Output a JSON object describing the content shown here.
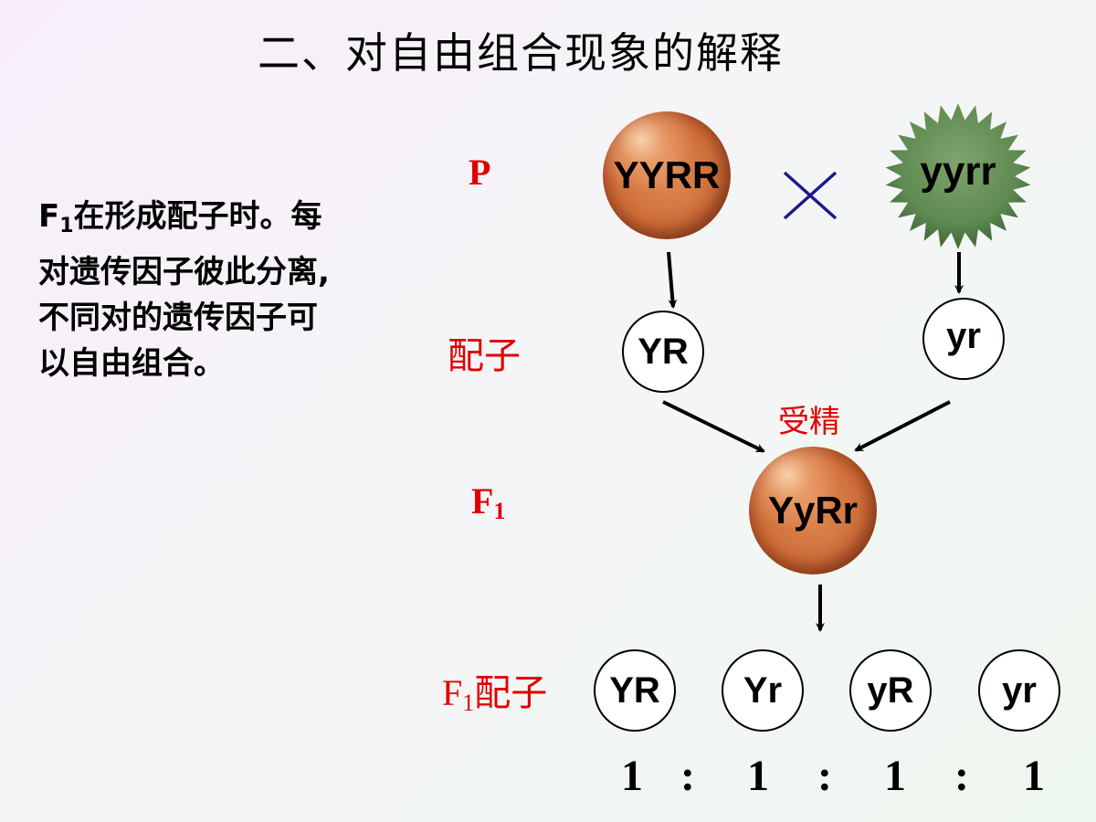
{
  "title": "二、对自由组合现象的解释",
  "explanation": {
    "line1_prefix": "F",
    "line1_sub": "1",
    "line1_rest": "在形成配子时。每",
    "line2": "对遗传因子彼此分离,",
    "line3": "不同对的遗传因子可",
    "line4": "以自由组合。"
  },
  "row_labels": {
    "p": "P",
    "gamete": "配子",
    "f1_main": "F",
    "f1_sub": "1",
    "f1_gamete_main": "F",
    "f1_gamete_sub": "1",
    "f1_gamete_rest": "配子"
  },
  "parents": {
    "left": "YYRR",
    "right": "yyrr",
    "cross_symbol": "×"
  },
  "gametes": {
    "left": "YR",
    "right": "yr"
  },
  "fertilization_label": "受精",
  "f1_genotype": "YyRr",
  "f1_gametes": [
    "YR",
    "Yr",
    "yR",
    "yr"
  ],
  "ratio": {
    "values": [
      "1",
      "1",
      "1",
      "1"
    ],
    "separator": ":"
  },
  "colors": {
    "label_red": "#e00000",
    "cross_blue": "#1a1a8c",
    "star_green": "#6f9a5f"
  }
}
